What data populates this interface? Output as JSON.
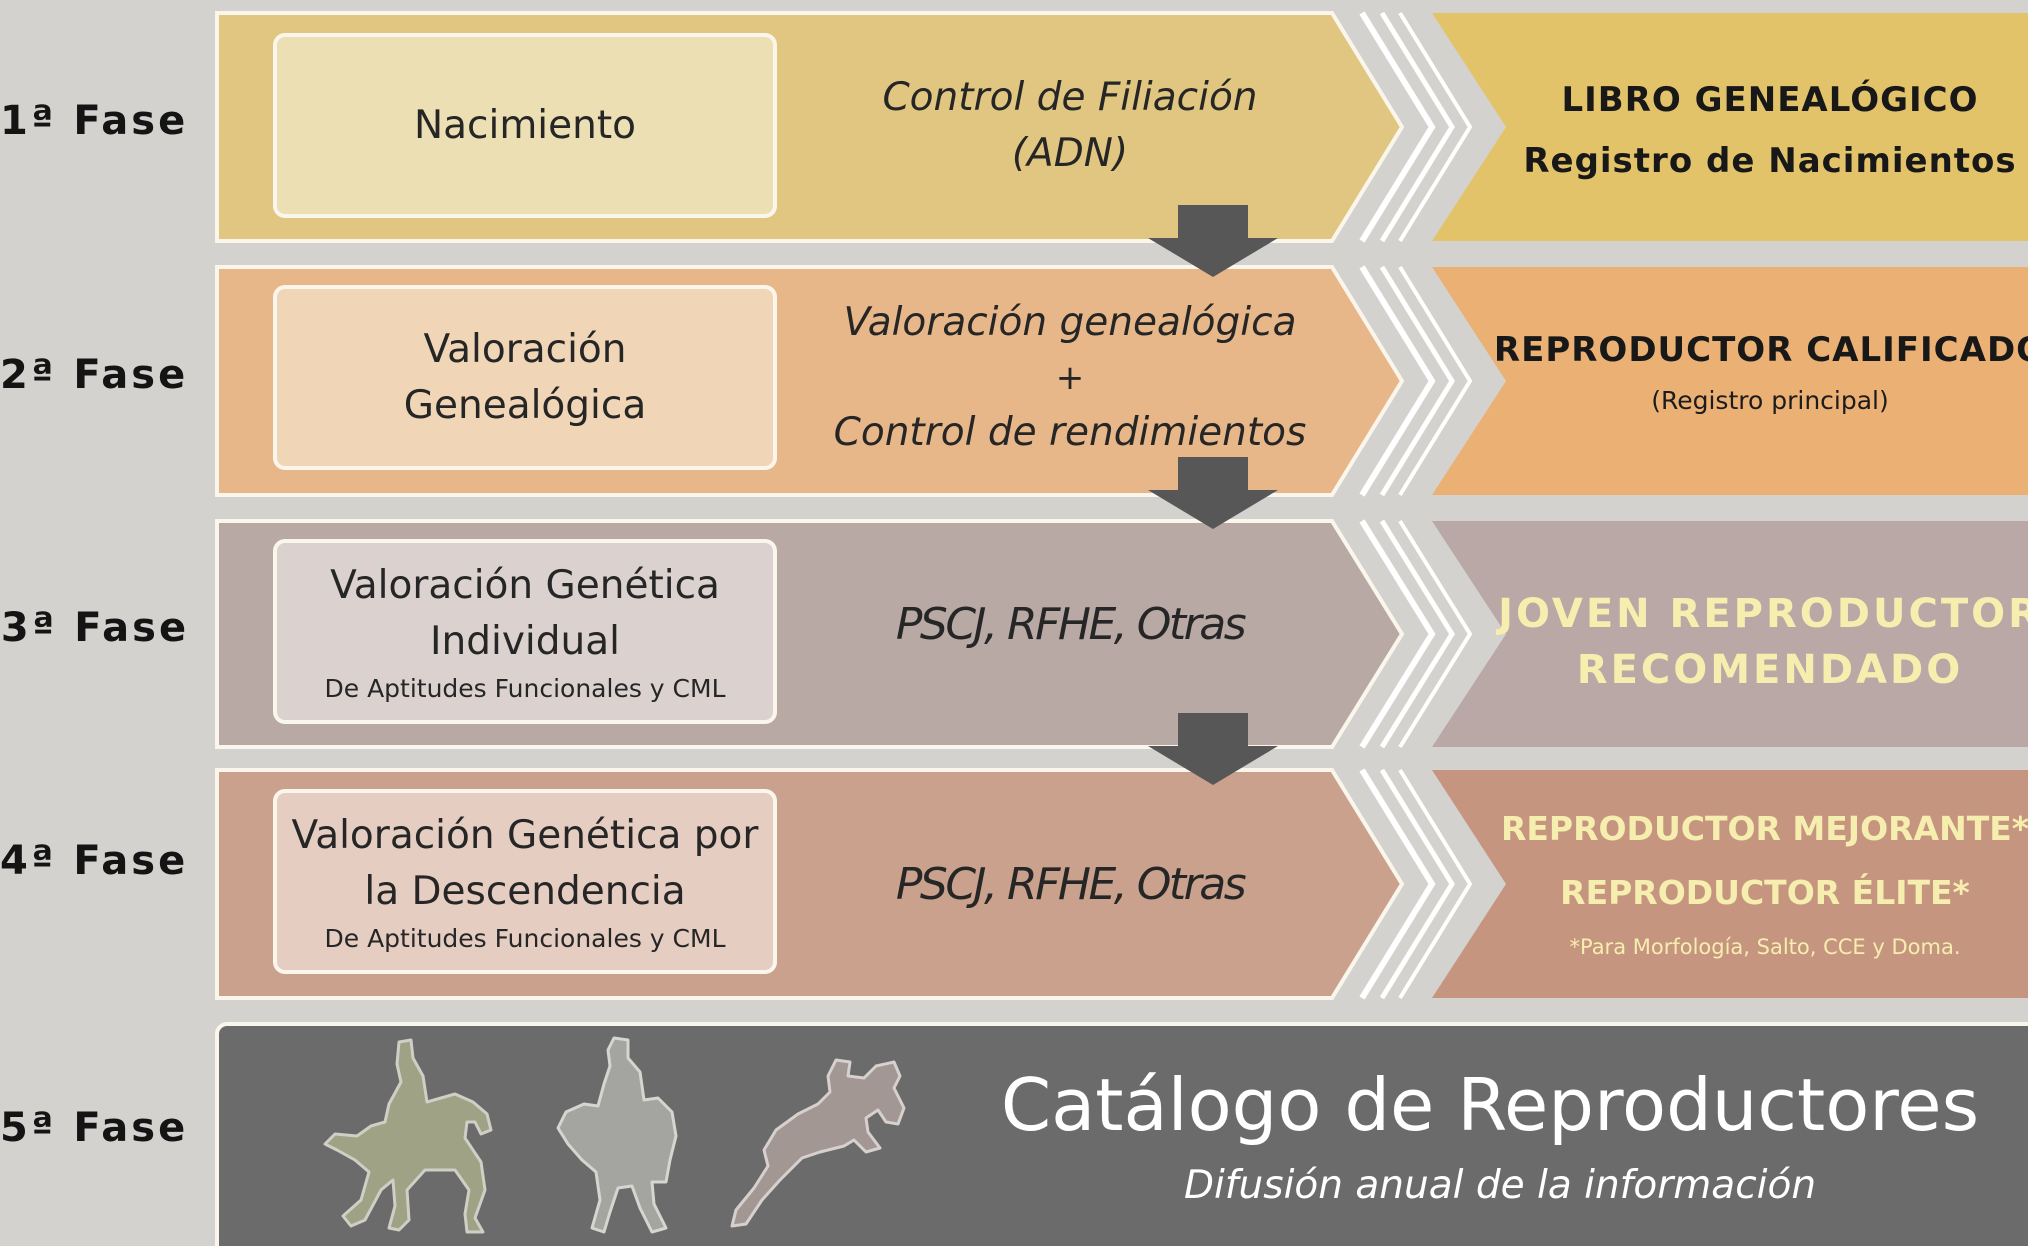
{
  "phases": [
    {
      "label": "1ª Fase",
      "stage": {
        "title": "Nacimiento",
        "subtitle": ""
      },
      "method": {
        "lines": [
          "Control de Filiación",
          "(ADN)"
        ]
      },
      "result": {
        "lines": [
          "LIBRO GENEALÓGICO",
          "Registro de Nacimientos"
        ],
        "note": ""
      },
      "colors": {
        "band": "#e0c680",
        "stage_box": "#eddfb4",
        "result": "#e3c36a"
      }
    },
    {
      "label": "2ª Fase",
      "stage": {
        "title_lines": [
          "Valoración",
          "Genealógica"
        ],
        "subtitle": ""
      },
      "method": {
        "lines": [
          "Valoración genealógica",
          "+",
          "Control de rendimientos"
        ]
      },
      "result": {
        "lines": [
          "REPRODUCTOR CALIFICADO"
        ],
        "note": "(Registro principal)"
      },
      "colors": {
        "band": "#e7b789",
        "stage_box": "#f0d6b6",
        "result": "#ebb073"
      }
    },
    {
      "label": "3ª Fase",
      "stage": {
        "title_lines": [
          "Valoración Genética",
          "Individual"
        ],
        "subtitle": "De Aptitudes  Funcionales  y CML"
      },
      "method": {
        "lines": [
          "PSCJ, RFHE, Otras"
        ]
      },
      "result": {
        "lines": [
          "JOVEN REPRODUCTOR",
          "RECOMENDADO"
        ],
        "note": ""
      },
      "colors": {
        "band": "#b8a9a5",
        "stage_box": "#dbd2d0",
        "result": "#b9a8a6"
      }
    },
    {
      "label": "4ª Fase",
      "stage": {
        "title_lines": [
          "Valoración Genética por",
          "la Descendencia"
        ],
        "subtitle": "De Aptitudes Funcionales y CML"
      },
      "method": {
        "lines": [
          "PSCJ, RFHE, Otras"
        ]
      },
      "result": {
        "lines": [
          "REPRODUCTOR MEJORANTE*",
          "REPRODUCTOR ÉLITE*"
        ],
        "note": "*Para Morfología, Salto, CCE y Doma."
      },
      "colors": {
        "band": "#c9a18d",
        "stage_box": "#e5cdc1",
        "result": "#c69580"
      }
    },
    {
      "label": "5ª Fase",
      "catalog": {
        "title": "Catálogo de Reproductores",
        "subtitle": "Difusión anual de la información"
      },
      "colors": {
        "band": "#6b6b6b"
      }
    }
  ],
  "icons": [
    "rider-horse-icon",
    "trotting-rider-icon",
    "jumping-horse-icon",
    "down-arrow-icon",
    "chevron-separator-icon"
  ],
  "colors": {
    "background": "#d3d2ce",
    "arrow": "#575757",
    "light_text": "#f6eeaf",
    "outline": "#fbf6ec"
  }
}
